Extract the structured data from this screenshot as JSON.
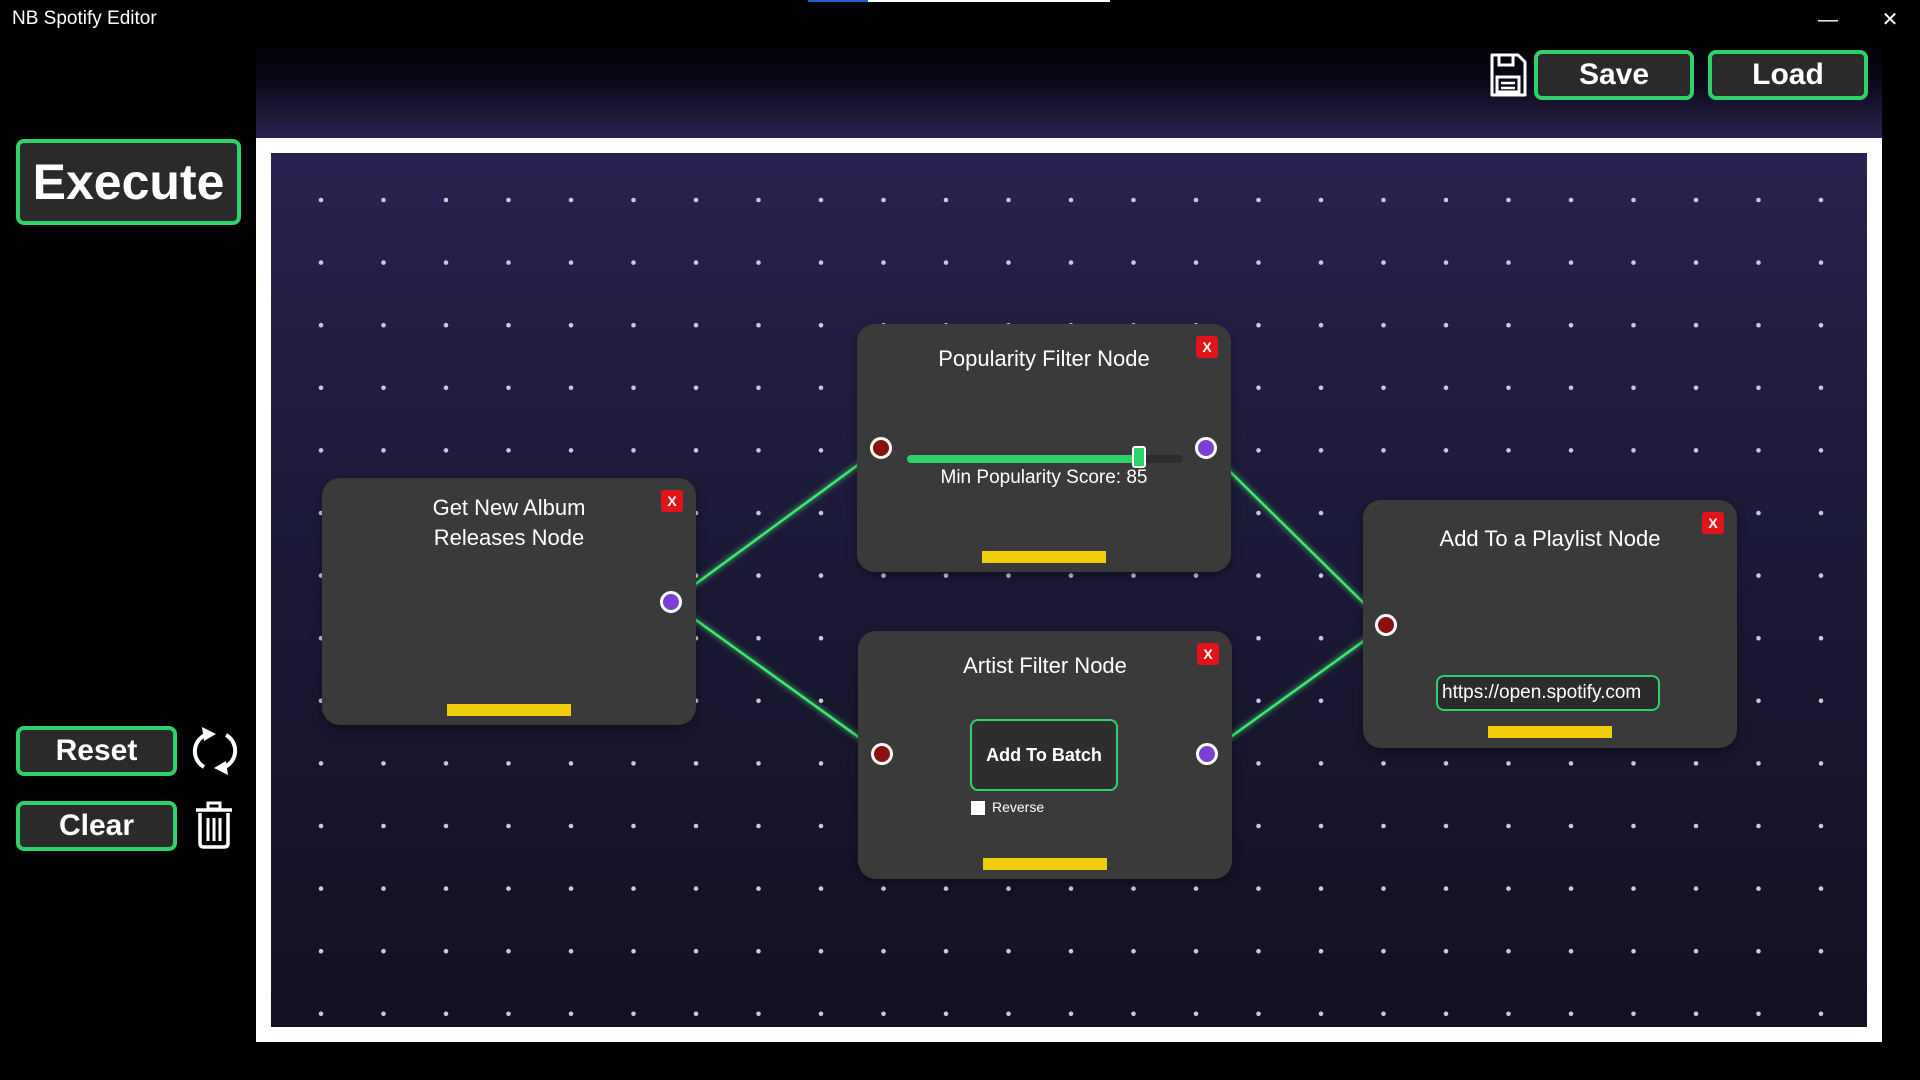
{
  "app": {
    "title": "NB Spotify Editor",
    "window_controls": {
      "minimize": "—",
      "close": "✕"
    }
  },
  "toolbar": {
    "save_label": "Save",
    "load_label": "Load",
    "icons": [
      "floppy-disk-icon"
    ]
  },
  "sidebar": {
    "execute_label": "Execute",
    "reset_label": "Reset",
    "clear_label": "Clear",
    "icons": [
      "reset-icon",
      "trash-icon"
    ]
  },
  "nodes": {
    "album": {
      "title_line1": "Get New Album",
      "title_line2": "Releases Node",
      "close": "X"
    },
    "popularity": {
      "title": "Popularity Filter Node",
      "close": "X",
      "slider_label": "Min Popularity Score: 85",
      "slider_value": 85
    },
    "artist": {
      "title": "Artist Filter Node",
      "close": "X",
      "batch_button": "Add To Batch",
      "reverse_label": "Reverse",
      "reverse_checked": false
    },
    "playlist": {
      "title": "Add To a Playlist Node",
      "close": "X",
      "url_value": "https://open.spotify.com"
    }
  },
  "colors": {
    "accent_green": "#2fd16a",
    "node_bg": "#3a3a3a",
    "close_red": "#e1141c",
    "bar_yellow": "#f1cd0c",
    "port_in": "#8a1010",
    "port_out": "#7b3fd4"
  }
}
